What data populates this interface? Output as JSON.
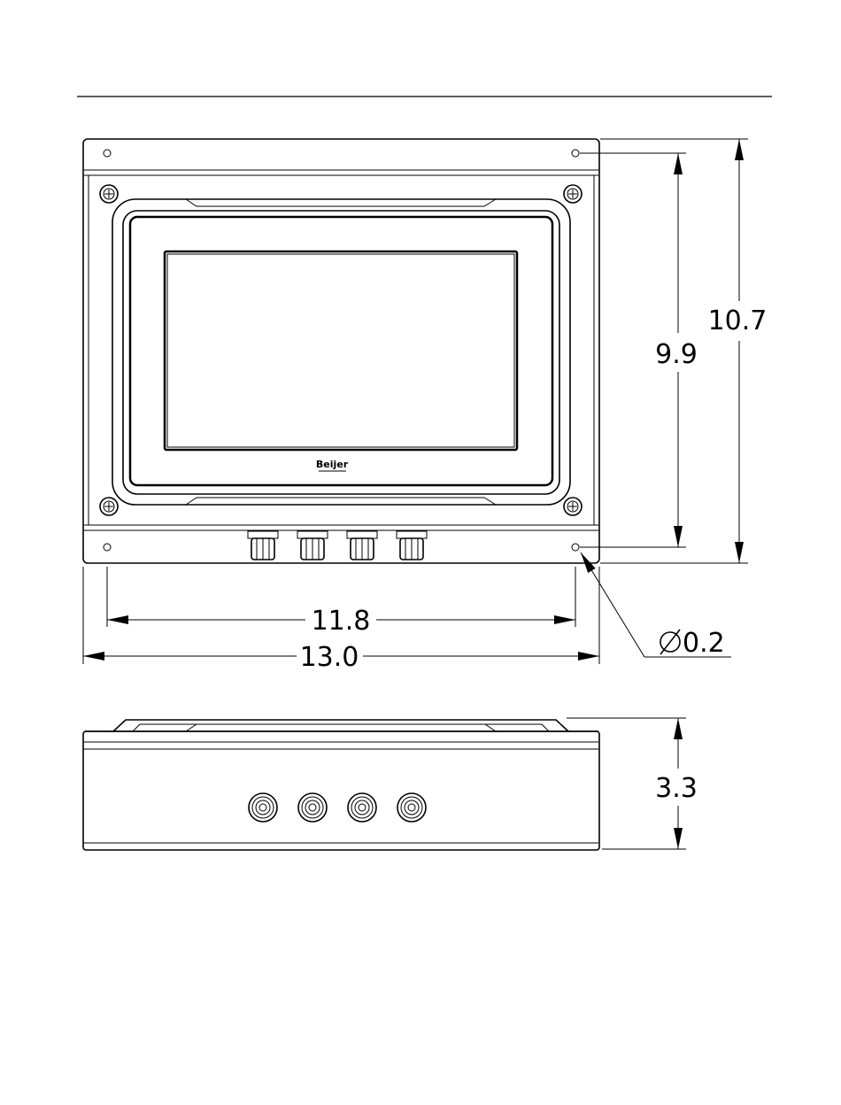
{
  "front_view": {
    "brand_logo": "Beijer",
    "dimensions": {
      "height_inner": "9.9",
      "height_outer": "10.7",
      "width_inner": "11.8",
      "width_outer": "13.0",
      "hole_diameter": "0.2"
    },
    "cable_glands": 4
  },
  "side_view": {
    "dimensions": {
      "depth": "3.3"
    },
    "connectors": 4
  }
}
